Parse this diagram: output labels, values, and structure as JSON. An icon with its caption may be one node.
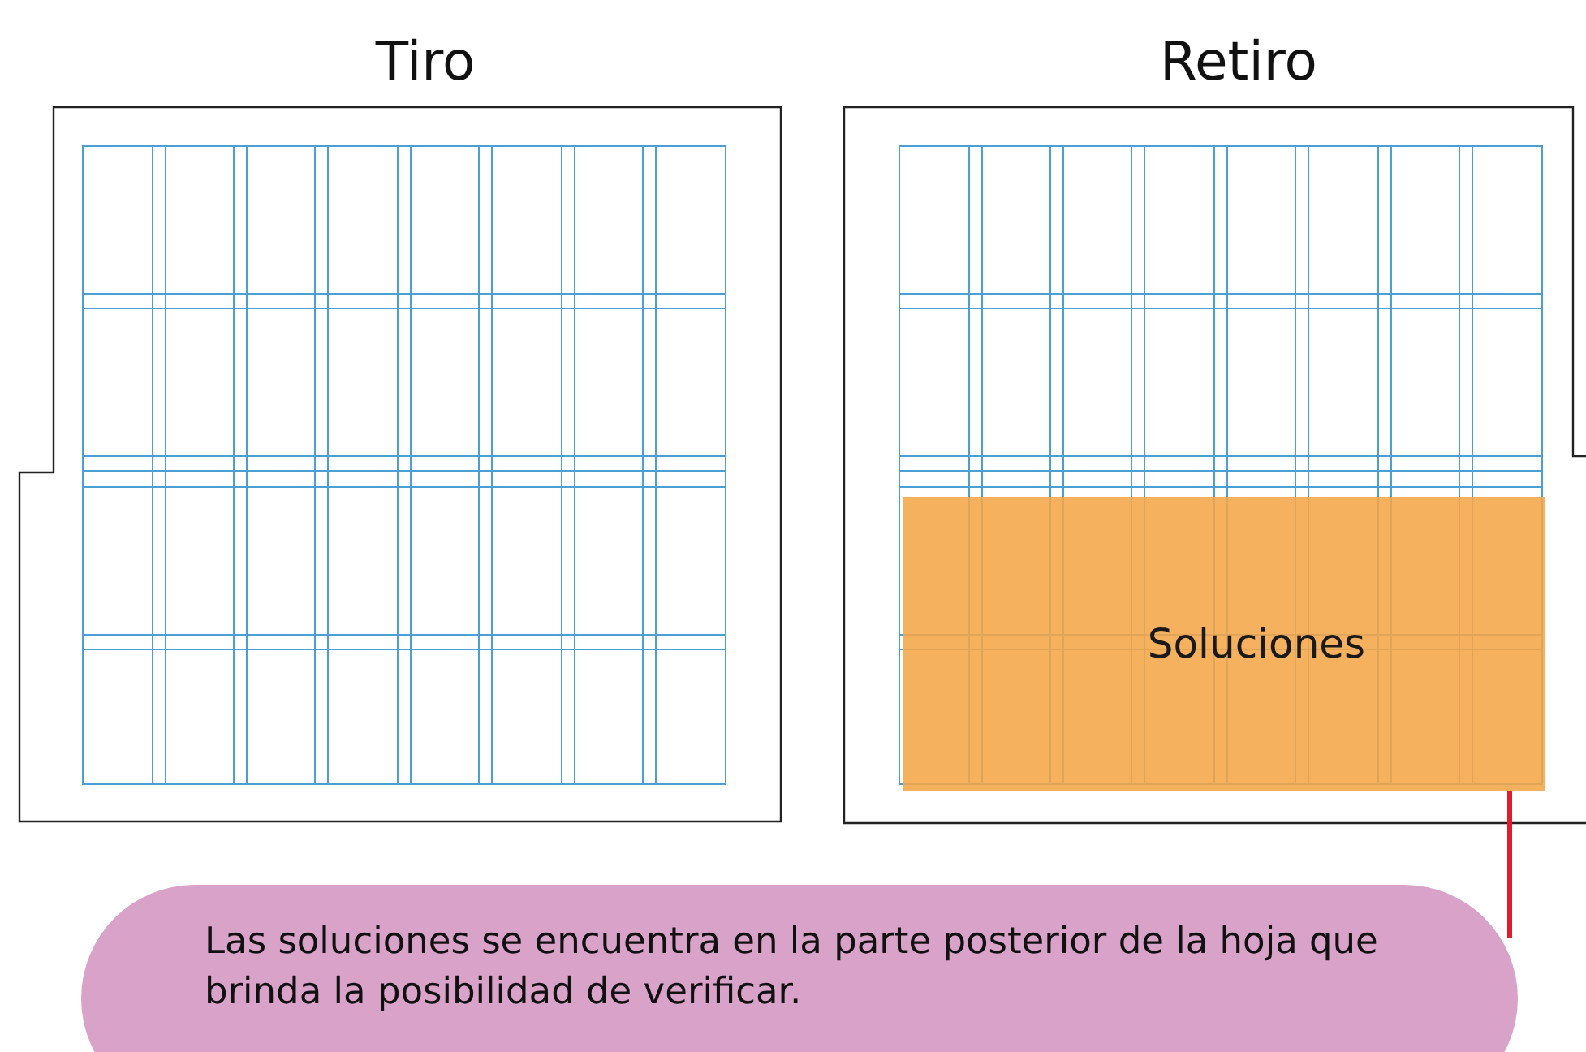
{
  "diagram": {
    "nodes": [
      {
        "text": [
          "Tiro"
        ]
      },
      {
        "text": [
          "Retiro"
        ]
      },
      {
        "text": [
          "Soluciones"
        ],
        "in": 1
      },
      {
        "text": [
          "Las soluciones se encuentra en la parte posterior de la hoja que brinda la posibilidad de verificar."
        ]
      }
    ],
    "edges": [
      {
        "from": 3,
        "to": 2,
        "arrow": "none"
      }
    ]
  }
}
